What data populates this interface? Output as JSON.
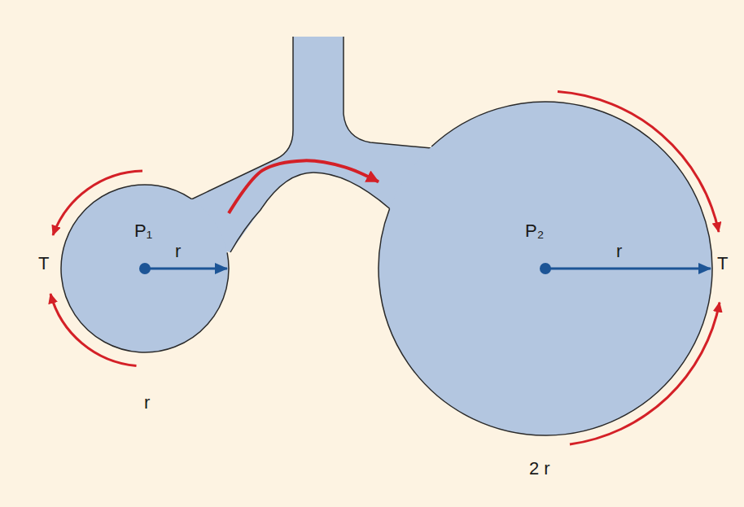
{
  "diagram": {
    "nodes": [
      {
        "text": [
          "P₁",
          "r"
        ]
      },
      {
        "text": [
          "P₂",
          "r"
        ]
      }
    ],
    "edges": [
      {
        "from": 0,
        "to": 1,
        "arrow": "to"
      }
    ],
    "labels": [
      "T",
      "r",
      "T",
      "2 r"
    ]
  }
}
